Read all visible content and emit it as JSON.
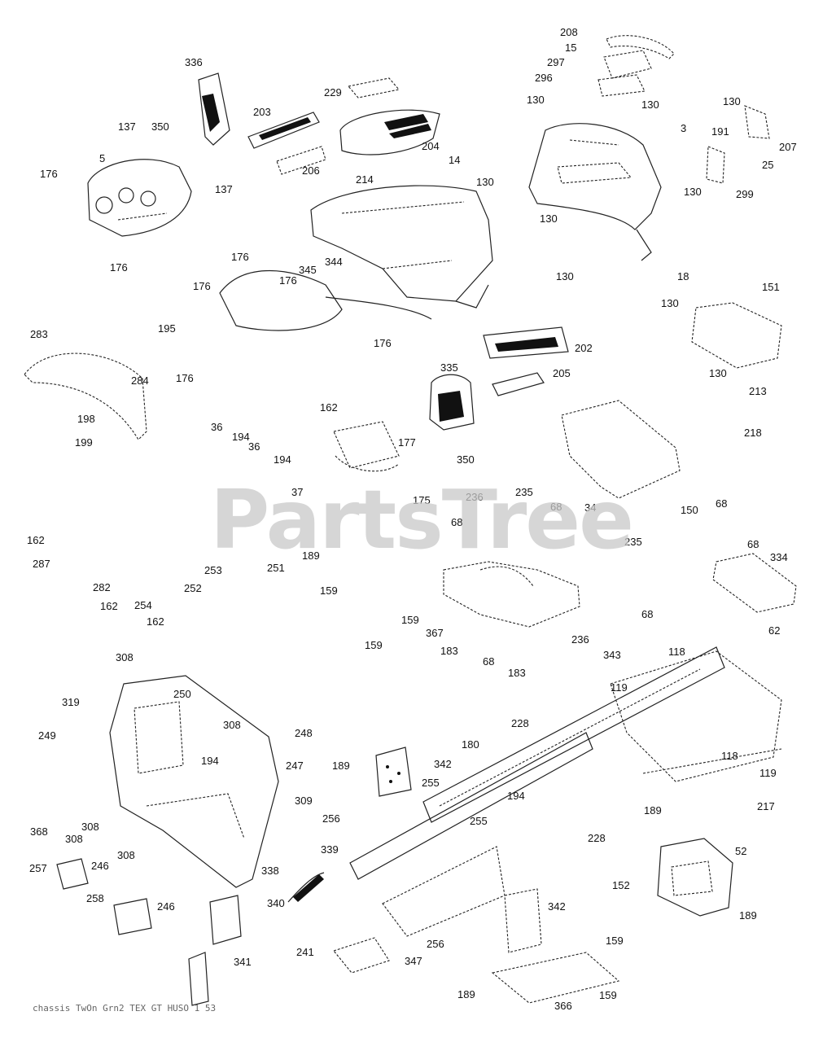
{
  "diagram": {
    "watermark": "PartsTree",
    "footer": "chassis TwOn  Grn2  TEX GT HUSO  1 53",
    "callouts": [
      {
        "id": "c01",
        "label": "208"
      },
      {
        "id": "c02",
        "label": "15"
      },
      {
        "id": "c03",
        "label": "297"
      },
      {
        "id": "c04",
        "label": "296"
      },
      {
        "id": "c05",
        "label": "130"
      },
      {
        "id": "c06",
        "label": "130"
      },
      {
        "id": "c07",
        "label": "336"
      },
      {
        "id": "c08",
        "label": "229"
      },
      {
        "id": "c09",
        "label": "130"
      },
      {
        "id": "c10",
        "label": "137"
      },
      {
        "id": "c11",
        "label": "350"
      },
      {
        "id": "c12",
        "label": "203"
      },
      {
        "id": "c13",
        "label": "3"
      },
      {
        "id": "c14",
        "label": "191"
      },
      {
        "id": "c15",
        "label": "207"
      },
      {
        "id": "c16",
        "label": "5"
      },
      {
        "id": "c17",
        "label": "204"
      },
      {
        "id": "c18",
        "label": "14"
      },
      {
        "id": "c19",
        "label": "25"
      },
      {
        "id": "c20",
        "label": "176"
      },
      {
        "id": "c21",
        "label": "206"
      },
      {
        "id": "c22",
        "label": "214"
      },
      {
        "id": "c23",
        "label": "130"
      },
      {
        "id": "c24",
        "label": "137"
      },
      {
        "id": "c25",
        "label": "130"
      },
      {
        "id": "c26",
        "label": "299"
      },
      {
        "id": "c27",
        "label": "130"
      },
      {
        "id": "c28",
        "label": "176"
      },
      {
        "id": "c29",
        "label": "176"
      },
      {
        "id": "c30",
        "label": "344"
      },
      {
        "id": "c31",
        "label": "345"
      },
      {
        "id": "c32",
        "label": "176"
      },
      {
        "id": "c33",
        "label": "176"
      },
      {
        "id": "c34",
        "label": "130"
      },
      {
        "id": "c35",
        "label": "18"
      },
      {
        "id": "c36",
        "label": "151"
      },
      {
        "id": "c37",
        "label": "130"
      },
      {
        "id": "c38",
        "label": "283"
      },
      {
        "id": "c39",
        "label": "195"
      },
      {
        "id": "c40",
        "label": "176"
      },
      {
        "id": "c41",
        "label": "202"
      },
      {
        "id": "c42",
        "label": "335"
      },
      {
        "id": "c43",
        "label": "130"
      },
      {
        "id": "c44",
        "label": "284"
      },
      {
        "id": "c45",
        "label": "176"
      },
      {
        "id": "c46",
        "label": "205"
      },
      {
        "id": "c47",
        "label": "213"
      },
      {
        "id": "c48",
        "label": "198"
      },
      {
        "id": "c49",
        "label": "162"
      },
      {
        "id": "c50",
        "label": "36"
      },
      {
        "id": "c51",
        "label": "194"
      },
      {
        "id": "c52",
        "label": "218"
      },
      {
        "id": "c53",
        "label": "199"
      },
      {
        "id": "c54",
        "label": "36"
      },
      {
        "id": "c55",
        "label": "177"
      },
      {
        "id": "c56",
        "label": "194"
      },
      {
        "id": "c57",
        "label": "350"
      },
      {
        "id": "c58",
        "label": "37"
      },
      {
        "id": "c59",
        "label": "175"
      },
      {
        "id": "c60",
        "label": "236"
      },
      {
        "id": "c61",
        "label": "235"
      },
      {
        "id": "c62",
        "label": "68"
      },
      {
        "id": "c63",
        "label": "68"
      },
      {
        "id": "c64",
        "label": "34"
      },
      {
        "id": "c65",
        "label": "150"
      },
      {
        "id": "c66",
        "label": "68"
      },
      {
        "id": "c67",
        "label": "162"
      },
      {
        "id": "c68",
        "label": "68"
      },
      {
        "id": "c69",
        "label": "235"
      },
      {
        "id": "c70",
        "label": "189"
      },
      {
        "id": "c71",
        "label": "287"
      },
      {
        "id": "c72",
        "label": "334"
      },
      {
        "id": "c73",
        "label": "253"
      },
      {
        "id": "c74",
        "label": "251"
      },
      {
        "id": "c75",
        "label": "282"
      },
      {
        "id": "c76",
        "label": "252"
      },
      {
        "id": "c77",
        "label": "159"
      },
      {
        "id": "c78",
        "label": "162"
      },
      {
        "id": "c79",
        "label": "254"
      },
      {
        "id": "c80",
        "label": "68"
      },
      {
        "id": "c81",
        "label": "162"
      },
      {
        "id": "c82",
        "label": "159"
      },
      {
        "id": "c83",
        "label": "62"
      },
      {
        "id": "c84",
        "label": "367"
      },
      {
        "id": "c85",
        "label": "236"
      },
      {
        "id": "c86",
        "label": "159"
      },
      {
        "id": "c87",
        "label": "183"
      },
      {
        "id": "c88",
        "label": "343"
      },
      {
        "id": "c89",
        "label": "118"
      },
      {
        "id": "c90",
        "label": "308"
      },
      {
        "id": "c91",
        "label": "68"
      },
      {
        "id": "c92",
        "label": "183"
      },
      {
        "id": "c93",
        "label": "119"
      },
      {
        "id": "c94",
        "label": "250"
      },
      {
        "id": "c95",
        "label": "319"
      },
      {
        "id": "c96",
        "label": "308"
      },
      {
        "id": "c97",
        "label": "228"
      },
      {
        "id": "c98",
        "label": "248"
      },
      {
        "id": "c99",
        "label": "249"
      },
      {
        "id": "c100",
        "label": "180"
      },
      {
        "id": "c101",
        "label": "118"
      },
      {
        "id": "c102",
        "label": "194"
      },
      {
        "id": "c103",
        "label": "247"
      },
      {
        "id": "c104",
        "label": "189"
      },
      {
        "id": "c105",
        "label": "342"
      },
      {
        "id": "c106",
        "label": "119"
      },
      {
        "id": "c107",
        "label": "255"
      },
      {
        "id": "c108",
        "label": "194"
      },
      {
        "id": "c109",
        "label": "309"
      },
      {
        "id": "c110",
        "label": "189"
      },
      {
        "id": "c111",
        "label": "217"
      },
      {
        "id": "c112",
        "label": "256"
      },
      {
        "id": "c113",
        "label": "255"
      },
      {
        "id": "c114",
        "label": "368"
      },
      {
        "id": "c115",
        "label": "308"
      },
      {
        "id": "c116",
        "label": "308"
      },
      {
        "id": "c117",
        "label": "228"
      },
      {
        "id": "c118",
        "label": "339"
      },
      {
        "id": "c119",
        "label": "52"
      },
      {
        "id": "c120",
        "label": "308"
      },
      {
        "id": "c121",
        "label": "257"
      },
      {
        "id": "c122",
        "label": "246"
      },
      {
        "id": "c123",
        "label": "338"
      },
      {
        "id": "c124",
        "label": "152"
      },
      {
        "id": "c125",
        "label": "258"
      },
      {
        "id": "c126",
        "label": "246"
      },
      {
        "id": "c127",
        "label": "340"
      },
      {
        "id": "c128",
        "label": "342"
      },
      {
        "id": "c129",
        "label": "189"
      },
      {
        "id": "c130",
        "label": "256"
      },
      {
        "id": "c131",
        "label": "159"
      },
      {
        "id": "c132",
        "label": "241"
      },
      {
        "id": "c133",
        "label": "347"
      },
      {
        "id": "c134",
        "label": "341"
      },
      {
        "id": "c135",
        "label": "189"
      },
      {
        "id": "c136",
        "label": "159"
      },
      {
        "id": "c137",
        "label": "366"
      }
    ]
  }
}
